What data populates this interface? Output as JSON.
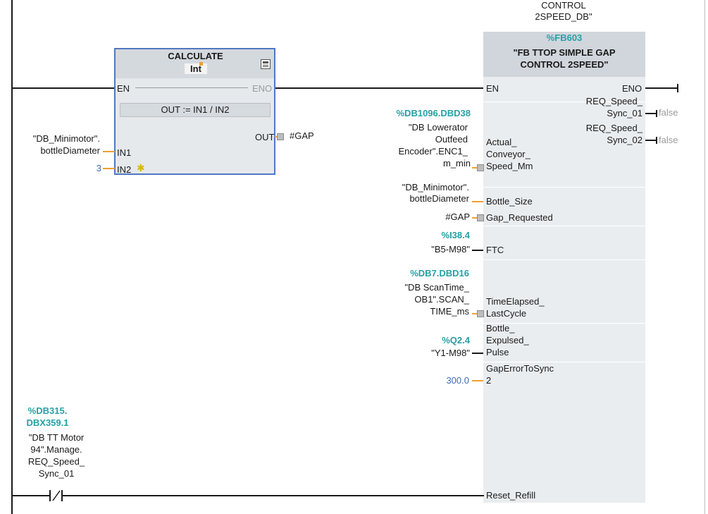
{
  "instance": {
    "line1": "CONTROL",
    "line2": "2SPEED_DB\""
  },
  "calc": {
    "title": "CALCULATE",
    "type": "Int",
    "en": "EN",
    "eno": "ENO",
    "expression": "OUT :=   IN1 / IN2",
    "out_label": "OUT",
    "out_value": "#GAP",
    "in1_label": "IN1",
    "in2_label": "IN2",
    "in1_operand_line1": "\"DB_Minimotor\".",
    "in1_operand_line2": "bottleDiameter",
    "in2_value": "3"
  },
  "fb": {
    "address": "%FB603",
    "name_line1": "\"FB TTOP SIMPLE GAP",
    "name_line2": "CONTROL 2SPEED\"",
    "en": "EN",
    "eno": "ENO",
    "outputs": [
      {
        "line1": "REQ_Speed_",
        "line2": "Sync_01",
        "value": "false"
      },
      {
        "line1": "REQ_Speed_",
        "line2": "Sync_02",
        "value": "false"
      }
    ],
    "inputs": {
      "speed": {
        "addr": "%DB1096.DBD38",
        "operand": [
          "\"DB Lowerator",
          "Outfeed",
          "Encoder\".ENC1_",
          "m_min"
        ],
        "pin": [
          "Actual_",
          "Conveyor_",
          "Speed_Mm"
        ]
      },
      "bottle": {
        "operand": [
          "\"DB_Minimotor\".",
          "bottleDiameter"
        ],
        "pin": "Bottle_Size"
      },
      "gap": {
        "operand": "#GAP",
        "pin": "Gap_Requested"
      },
      "ftc": {
        "addr": "%I38.4",
        "operand": "\"B5-M98\"",
        "pin": "FTC"
      },
      "time": {
        "addr": "%DB7.DBD16",
        "operand": [
          "\"DB ScanTime_",
          "OB1\".SCAN_",
          "TIME_ms"
        ],
        "pin": [
          "TimeElapsed_",
          "LastCycle"
        ]
      },
      "expulsed": {
        "addr": "%Q2.4",
        "operand": "\"Y1-M98\"",
        "pin": [
          "Bottle_",
          "Expulsed_",
          "Pulse"
        ]
      },
      "gaperr": {
        "value": "300.0",
        "pin": [
          "GapErrorToSync",
          "2"
        ]
      },
      "reset": {
        "pin": "Reset_Refill"
      }
    }
  },
  "contact": {
    "addr_line1": "%DB315.",
    "addr_line2": "DBX359.1",
    "operand": [
      "\"DB TT Motor",
      "94\".Manage.",
      "REQ_Speed_",
      "Sync_01"
    ]
  }
}
